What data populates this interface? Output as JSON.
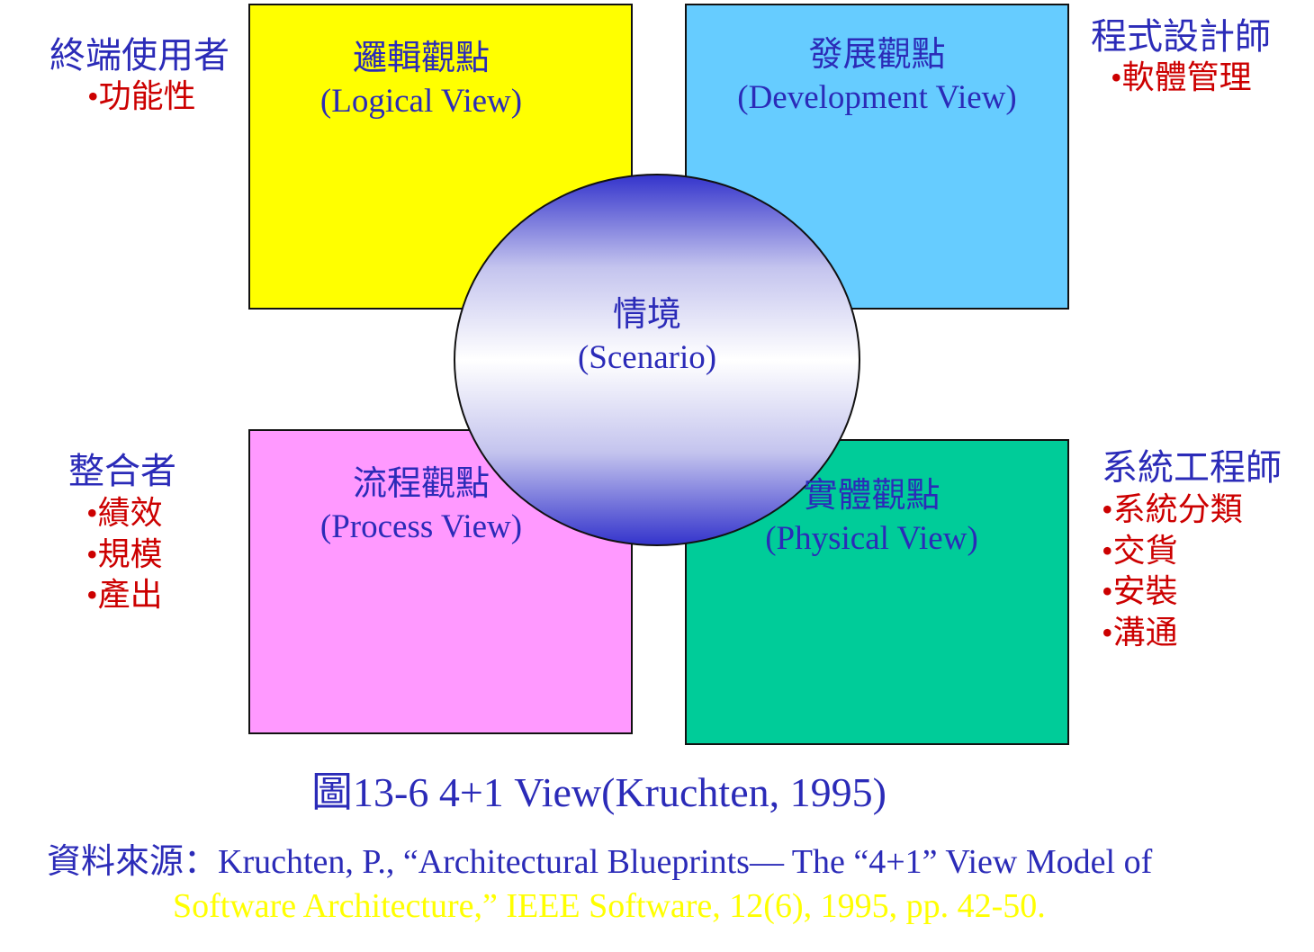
{
  "views": {
    "logical": {
      "zh": "邏輯觀點",
      "en": "(Logical View)",
      "color": "#ffff00"
    },
    "development": {
      "zh": "發展觀點",
      "en": "(Development View)",
      "color": "#66ccff"
    },
    "process": {
      "zh": "流程觀點",
      "en": "(Process View)",
      "color": "#ff99ff"
    },
    "physical": {
      "zh": "實體觀點",
      "en": "(Physical View)",
      "color": "#00cc99"
    },
    "scenario": {
      "zh": "情境",
      "en": "(Scenario)"
    }
  },
  "stakeholders": {
    "end_user": {
      "role": "終端使用者",
      "items": [
        "•功能性"
      ]
    },
    "programmer": {
      "role": "程式設計師",
      "items": [
        "•軟體管理"
      ]
    },
    "integrator": {
      "role": "整合者",
      "items": [
        "•績效",
        "•規模",
        "•產出"
      ]
    },
    "system_engineer": {
      "role": "系統工程師",
      "items": [
        "•系統分類",
        "•交貨",
        "•安裝",
        "•溝通"
      ]
    }
  },
  "caption": "圖13-6 4+1 View(Kruchten, 1995)",
  "source": {
    "prefix": "資料來源：",
    "line1": "Kruchten, P., “Architectural Blueprints— The “4+1” View Model of",
    "line2": "Software Architecture,” IEEE Software, 12(6), 1995, pp. 42-50."
  },
  "colors": {
    "label_blue": "#2b2bb8",
    "item_red": "#cc0000",
    "source_yellow": "#ffff00"
  }
}
